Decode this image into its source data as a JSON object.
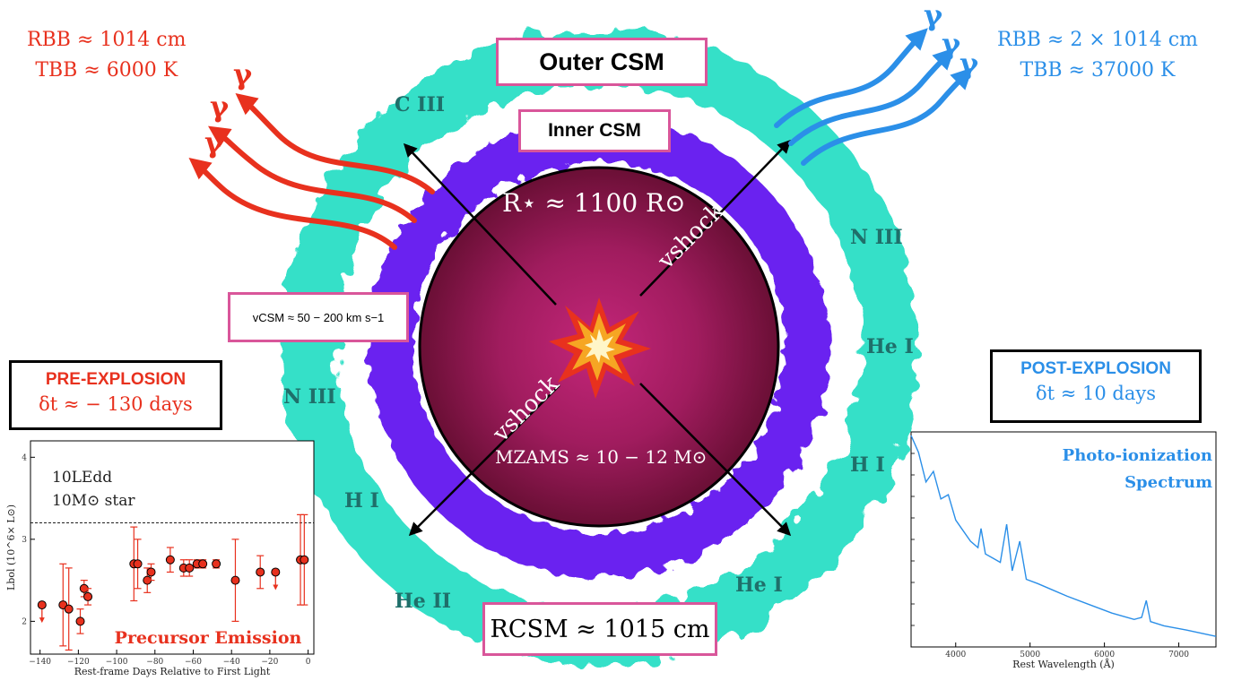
{
  "colors": {
    "outer_csm": "#35e0c8",
    "inner_csm": "#6a24f0",
    "star_center": "#c4267a",
    "star_edge": "#6a0f35",
    "pre_explosion": "#e8311e",
    "post_explosion": "#2b8fe8",
    "box_border": "#d9569a",
    "line_label": "#1f6f6a"
  },
  "labels": {
    "outer_csm": "Outer CSM",
    "inner_csm": "Inner CSM",
    "r_star": "R⋆ ≈ 1100 R⊙",
    "m_zams": "MZAMS ≈ 10 − 12 M⊙",
    "v_shock": "vshock",
    "v_csm": "vCSM ≈ 50 − 200 km s−1",
    "r_csm": "RCSM ≈ 1015 cm"
  },
  "left_bb": {
    "r_line": "RBB ≈ 1014 cm",
    "t_line": "TBB ≈ 6000 K",
    "photon": "γ"
  },
  "right_bb": {
    "r_line": "RBB ≈ 2 × 1014 cm",
    "t_line": "TBB ≈ 37000 K",
    "photon": "γ"
  },
  "pre_explosion": {
    "title": "PRE-EXPLOSION",
    "dt": "δt ≈ − 130 days"
  },
  "post_explosion": {
    "title": "POST-EXPLOSION",
    "dt": "δt ≈ 10 days"
  },
  "ions": {
    "c3": "C III",
    "n3_right": "N III",
    "he1_right": "He I",
    "h1_right": "H I",
    "he1_bottom": "He I",
    "n3_left": "N III",
    "h1_left": "H I",
    "he2": "He II"
  },
  "chart_data": [
    {
      "type": "scatter",
      "title": "Precursor Emission",
      "xlabel": "Rest-frame Days Relative to First Light",
      "ylabel": "Lbol (10^6× L⊙)",
      "xlim": [
        -145,
        3
      ],
      "ylim": [
        1.6,
        4.2
      ],
      "xticks": [
        -140,
        -120,
        -100,
        -80,
        -60,
        -40,
        -20,
        0
      ],
      "yticks": [
        2,
        3,
        4
      ],
      "reference_line": {
        "y": 3.2,
        "label_1": "10LEdd",
        "label_2": "10M⊙ star"
      },
      "points": [
        {
          "x": -139,
          "y": 2.2,
          "upper_limit": true
        },
        {
          "x": -128,
          "y": 2.2,
          "err": 0.5
        },
        {
          "x": -125,
          "y": 2.15,
          "err": 0.5
        },
        {
          "x": -119,
          "y": 2.0,
          "err": 0.15
        },
        {
          "x": -117,
          "y": 2.4,
          "err": 0.1
        },
        {
          "x": -115,
          "y": 2.3,
          "err": 0.1
        },
        {
          "x": -91,
          "y": 2.7,
          "err": 0.45
        },
        {
          "x": -89,
          "y": 2.7,
          "err": 0.3
        },
        {
          "x": -84,
          "y": 2.5,
          "err": 0.15
        },
        {
          "x": -82,
          "y": 2.6,
          "err": 0.1
        },
        {
          "x": -72,
          "y": 2.75,
          "err": 0.15
        },
        {
          "x": -65,
          "y": 2.65,
          "err": 0.1
        },
        {
          "x": -62,
          "y": 2.65,
          "err": 0.1
        },
        {
          "x": -58,
          "y": 2.7,
          "err": 0.05
        },
        {
          "x": -55,
          "y": 2.7,
          "err": 0.05
        },
        {
          "x": -48,
          "y": 2.7,
          "err": 0.05
        },
        {
          "x": -38,
          "y": 2.5,
          "err": 0.5
        },
        {
          "x": -25,
          "y": 2.6,
          "err": 0.2
        },
        {
          "x": -17,
          "y": 2.6,
          "upper_limit": true
        },
        {
          "x": -4,
          "y": 2.75,
          "err": 0.55
        },
        {
          "x": -2,
          "y": 2.75,
          "err": 0.55
        }
      ]
    },
    {
      "type": "line",
      "title_1": "Photo-ionization",
      "title_2": "Spectrum",
      "xlabel": "Rest Wavelength (Å)",
      "xlim": [
        3400,
        7500
      ],
      "xticks": [
        4000,
        5000,
        6000,
        7000
      ],
      "x": [
        3400,
        3500,
        3600,
        3700,
        3800,
        3900,
        4000,
        4100,
        4200,
        4300,
        4340,
        4400,
        4500,
        4600,
        4686,
        4760,
        4861,
        4950,
        5100,
        5300,
        5500,
        5800,
        6100,
        6400,
        6500,
        6563,
        6620,
        6800,
        7100,
        7500
      ],
      "y": [
        1.0,
        0.92,
        0.78,
        0.83,
        0.7,
        0.72,
        0.6,
        0.55,
        0.5,
        0.47,
        0.56,
        0.44,
        0.42,
        0.4,
        0.58,
        0.36,
        0.5,
        0.32,
        0.3,
        0.27,
        0.24,
        0.2,
        0.16,
        0.13,
        0.14,
        0.22,
        0.12,
        0.1,
        0.08,
        0.05
      ]
    }
  ]
}
